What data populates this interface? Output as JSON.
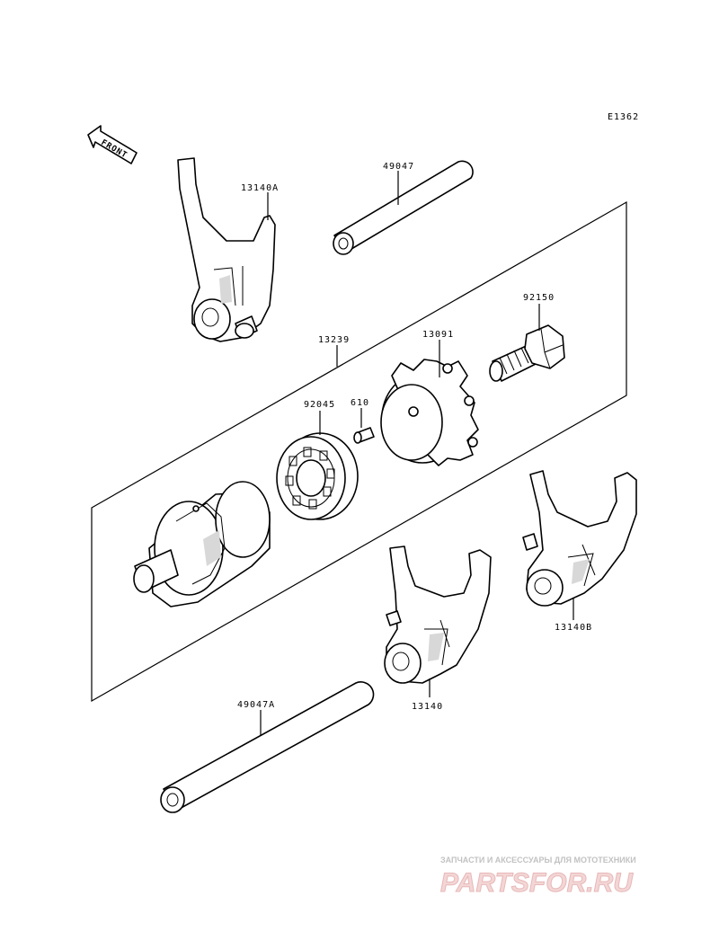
{
  "diagram_code": "E1362",
  "front_label": "FRONT",
  "parts": {
    "fork_13140A": "13140A",
    "shaft_49047": "49047",
    "drum_group_13239": "13239",
    "drum_cam_13091": "13091",
    "bolt_92150": "92150",
    "bearing_92045": "92045",
    "pin_610": "610",
    "fork_13140B": "13140B",
    "fork_13140": "13140",
    "shaft_49047A": "49047A"
  },
  "watermark": {
    "line1": "ЗАПЧАСТИ И АКСЕССУАРЫ ДЛЯ МОТОТЕХНИКИ",
    "line2": "PARTSFOR.RU"
  }
}
